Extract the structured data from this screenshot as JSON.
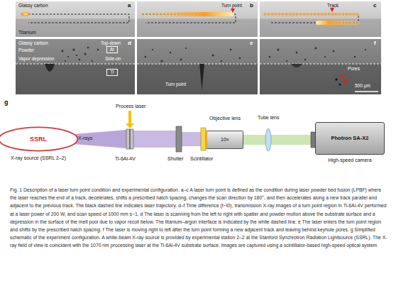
{
  "diagram": {
    "caption": "Fig. 1 Description of a laser turn point condition and experimental configuration. a–c A laser turn point is defined as the condition during laser powder bed fusion (LPBF) where the laser reaches the end of a track, decelerates, shifts a prescribed hatch spacing, changes the scan direction by 180°, and then accelerates along a new track parallel and adjacent to the previous track. The black dashed line indicates laser trajectory. d–f Time difference (t−t0), transmission X-ray images of a turn point region in Ti-6Al-4V performed at a laser power of 200 W, and scan speed of 1000 mm s−1. d The laser is scanning from the left to right with spatter and powder motion above the substrate surface and a depression in the surface of the melt pool due to vapor recoil below. The titanium–argon interface is indicated by the white dashed line. e The laser enters the turn point region and shifts by the prescribed hatch spacing. f The laser is moving right to left after the turn point forming a new adjacent track and leaving behind keyhole pores. g Simplified schematic of the experiment configuration. A white-beam X-ray source is provided by experimental station 2–2 at the Stanford Synchrotron Radiation Lightsource (SSRL). The X-ray field of view is coincident with the 1070 nm processing laser at the Ti-6Al-4V substrate surface. Images are captured using a scintillator-based high-speed optical system",
    "nodes": [
      {
        "text": [
          "Glassy carbon",
          "Titanium",
          "a"
        ]
      },
      {
        "text": [
          "Turn point",
          "b"
        ]
      },
      {
        "text": [
          "Track",
          "c"
        ]
      },
      {
        "text": [
          "Glassy carbon",
          "Top-down",
          "Powder",
          "Vapor depression",
          "Side-on",
          "d"
        ]
      },
      {
        "text": [
          "Ar"
        ],
        "in": 3
      },
      {
        "text": [
          "Ti"
        ],
        "in": 3
      },
      {
        "text": [
          "e",
          "Turn point"
        ]
      },
      {
        "text": [
          "f",
          "Pores",
          "500 μm"
        ]
      },
      {
        "text": [
          "SSRL",
          "X-ray source (SSRL 2–2)"
        ]
      },
      {
        "text": [
          "10×",
          "Objective lens"
        ]
      },
      {
        "text": [
          "Photron SA-X2",
          "High-speed camera"
        ]
      }
    ],
    "labels": [
      "g",
      "Process laser",
      "X-rays",
      "Ti-6Al-4V",
      "Shutter",
      "Scintillator",
      "Tube lens"
    ]
  }
}
